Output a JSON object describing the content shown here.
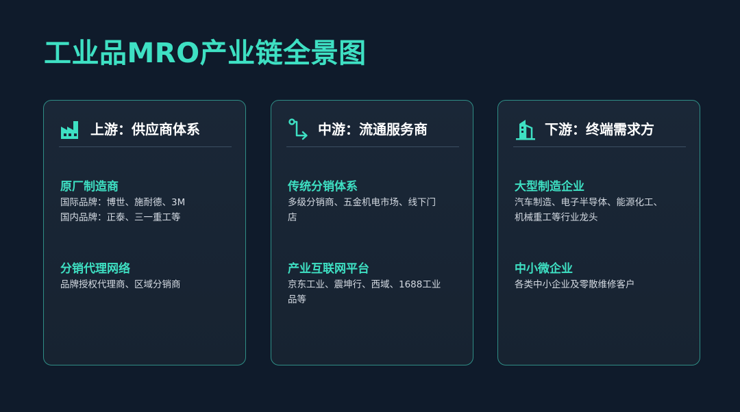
{
  "page": {
    "title": "工业品MRO产业链全景图"
  },
  "colors": {
    "background": "#0f1b2b",
    "accent": "#3ee0c3",
    "card_border": "#2f8e86",
    "card_bg": "#1a2737"
  },
  "cards": [
    {
      "icon": "factory-icon",
      "title": "上游：供应商体系",
      "sections": [
        {
          "heading": "原厂制造商",
          "lines": [
            "国际品牌：博世、施耐德、3M",
            "国内品牌：正泰、三一重工等"
          ]
        },
        {
          "heading": "分销代理网络",
          "lines": [
            "品牌授权代理商、区域分销商"
          ]
        }
      ]
    },
    {
      "icon": "route-icon",
      "title": "中游：流通服务商",
      "sections": [
        {
          "heading": "传统分销体系",
          "lines": [
            "多级分销商、五金机电市场、线下门",
            "店"
          ]
        },
        {
          "heading": "产业互联网平台",
          "lines": [
            "京东工业、震坤行、西域、1688工业",
            "品等"
          ]
        }
      ]
    },
    {
      "icon": "building-icon",
      "title": "下游：终端需求方",
      "sections": [
        {
          "heading": "大型制造企业",
          "lines": [
            "汽车制造、电子半导体、能源化工、",
            "机械重工等行业龙头"
          ]
        },
        {
          "heading": "中小微企业",
          "lines": [
            "各类中小企业及零散维修客户"
          ]
        }
      ]
    }
  ]
}
